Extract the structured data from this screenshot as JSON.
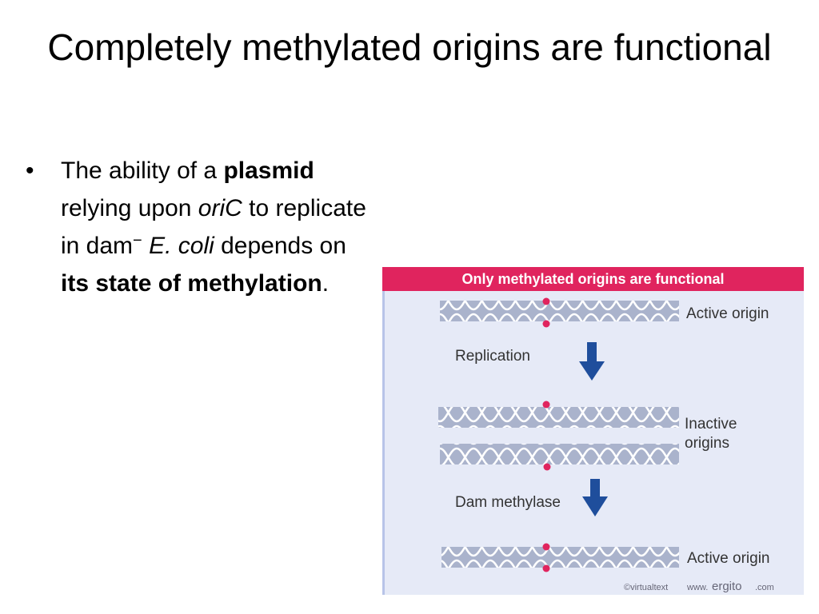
{
  "slide": {
    "title": "Completely methylated origins are functional",
    "bullet": {
      "dot": "•",
      "t1": "The ability of a ",
      "b1": "plasmid",
      "t2": " relying upon ",
      "i1": "oriC",
      "t3": " to replicate in dam",
      "sup": "−",
      "t4": " ",
      "i2": "E. coli",
      "t5": " depends on ",
      "b2": "its state of methylation",
      "t6": "."
    }
  },
  "figure": {
    "header": "Only methylated origins are functional",
    "labels": {
      "active_origin_top": "Active origin",
      "replication": "Replication",
      "inactive_line1": "Inactive",
      "inactive_line2": "origins",
      "dam_methylase": "Dam methylase",
      "active_origin_bottom": "Active origin"
    },
    "credit": {
      "virtualtext": "©virtualtext",
      "www": "www.",
      "ergito": "ergito",
      "com": ".com"
    },
    "colors": {
      "header": "#e0245e",
      "background": "#e6eaf7",
      "dna_strand": "#a9b2cc",
      "methyl_dot": "#e0245e",
      "arrow": "#1f4e9c"
    },
    "icons": [
      "arrow-down-icon",
      "methyl-dot-icon"
    ]
  }
}
